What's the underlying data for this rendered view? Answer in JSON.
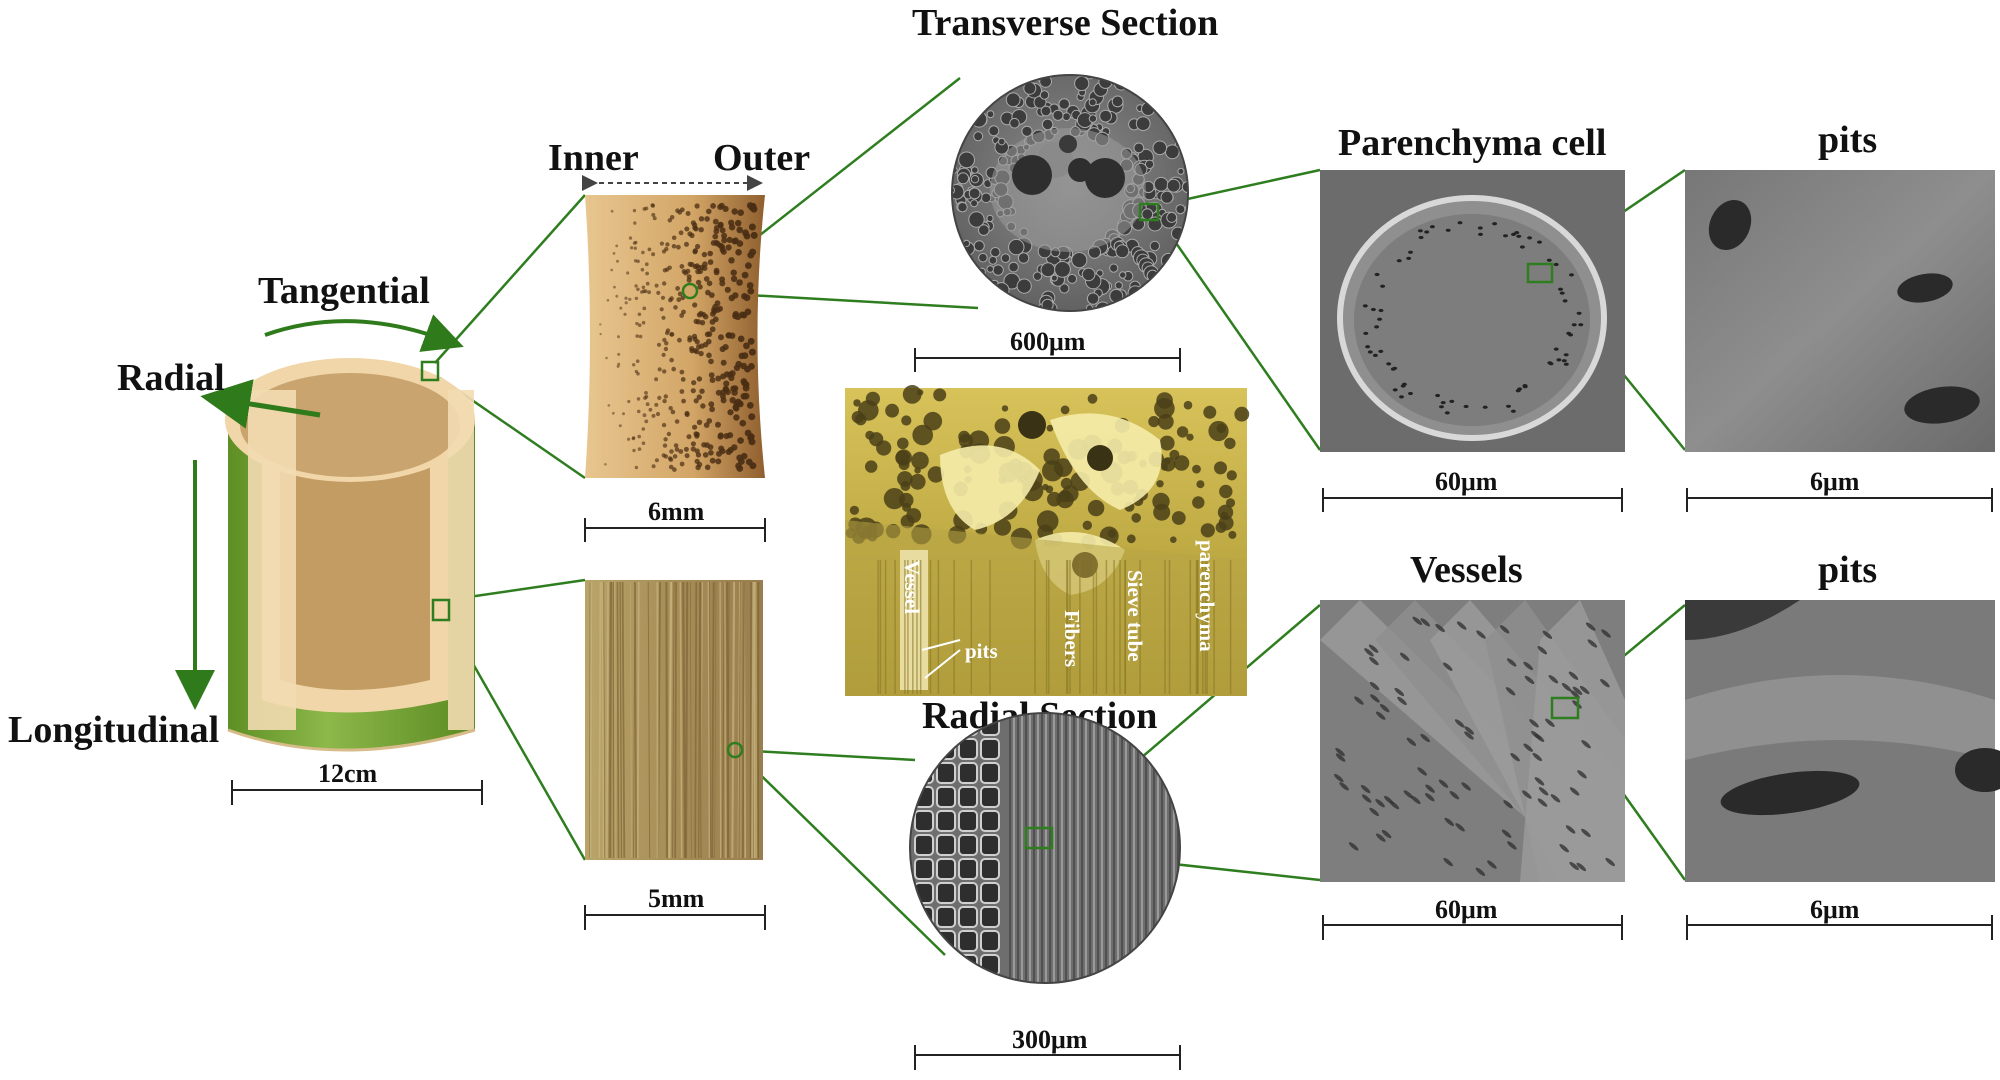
{
  "figure": {
    "directions": {
      "tangential": "Tangential",
      "radial": "Radial",
      "longitudinal": "Longitudinal"
    },
    "culm_scale": "12cm",
    "wall": {
      "inner": "Inner",
      "outer": "Outer",
      "cross_scale": "6mm",
      "longitudinal_scale": "5mm"
    },
    "transverse": {
      "title": "Transverse Section",
      "scale": "600μm"
    },
    "radial_section": {
      "title": "Radial Section",
      "scale": "300μm"
    },
    "bundle_3d": {
      "vessel": "Vessel",
      "pits": "pits",
      "fibers": "Fibers",
      "sieve_tube": "Sieve tube",
      "parenchyma": "parenchyma"
    },
    "parenchyma_cell": {
      "title": "Parenchyma cell",
      "scale": "60μm"
    },
    "parenchyma_pits": {
      "title": "pits",
      "scale": "6μm"
    },
    "vessels": {
      "title": "Vessels",
      "scale": "60μm"
    },
    "vessel_pits": {
      "title": "pits",
      "scale": "6μm"
    }
  },
  "colors": {
    "connector_green": "#2e7d1f",
    "arrow_green": "#2f7a1a",
    "culm_outer": "#7fa63a",
    "culm_wall": "#f0d6a8",
    "culm_inner": "#c9a46f",
    "sem_gray": "#7a7a7a"
  }
}
